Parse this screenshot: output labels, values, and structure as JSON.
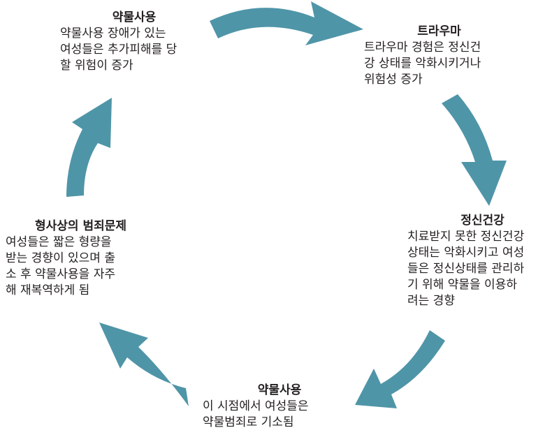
{
  "nodes": [
    {
      "title": "약물사용",
      "body": "약물사용 장애가 있는\n여성들은 추가피해를 당\n할 위험이 증가"
    },
    {
      "title": "트라우마",
      "body": "트라우마 경험은 정신건\n강 상태를 악화시키거나\n위험성 증가"
    },
    {
      "title": "정신건강",
      "body": "치료받지 못한 정신건강\n상태는 악화시키고 여성\n들은 정신상태를 관리하\n기 위해 약물을 이용하\n려는 경향"
    },
    {
      "title": "약물사용",
      "body": "이 시점에서 여성들은\n약물범죄로 기소됨"
    },
    {
      "title": "형사상의 범죄문제",
      "body": "여성들은 짧은 형량을\n받는 경향이 있으며 출\n소 후 약물사용을 자주\n해 재복역하게 됨"
    }
  ],
  "colors": {
    "arrow": "#4f95a8",
    "text": "#231f20"
  }
}
